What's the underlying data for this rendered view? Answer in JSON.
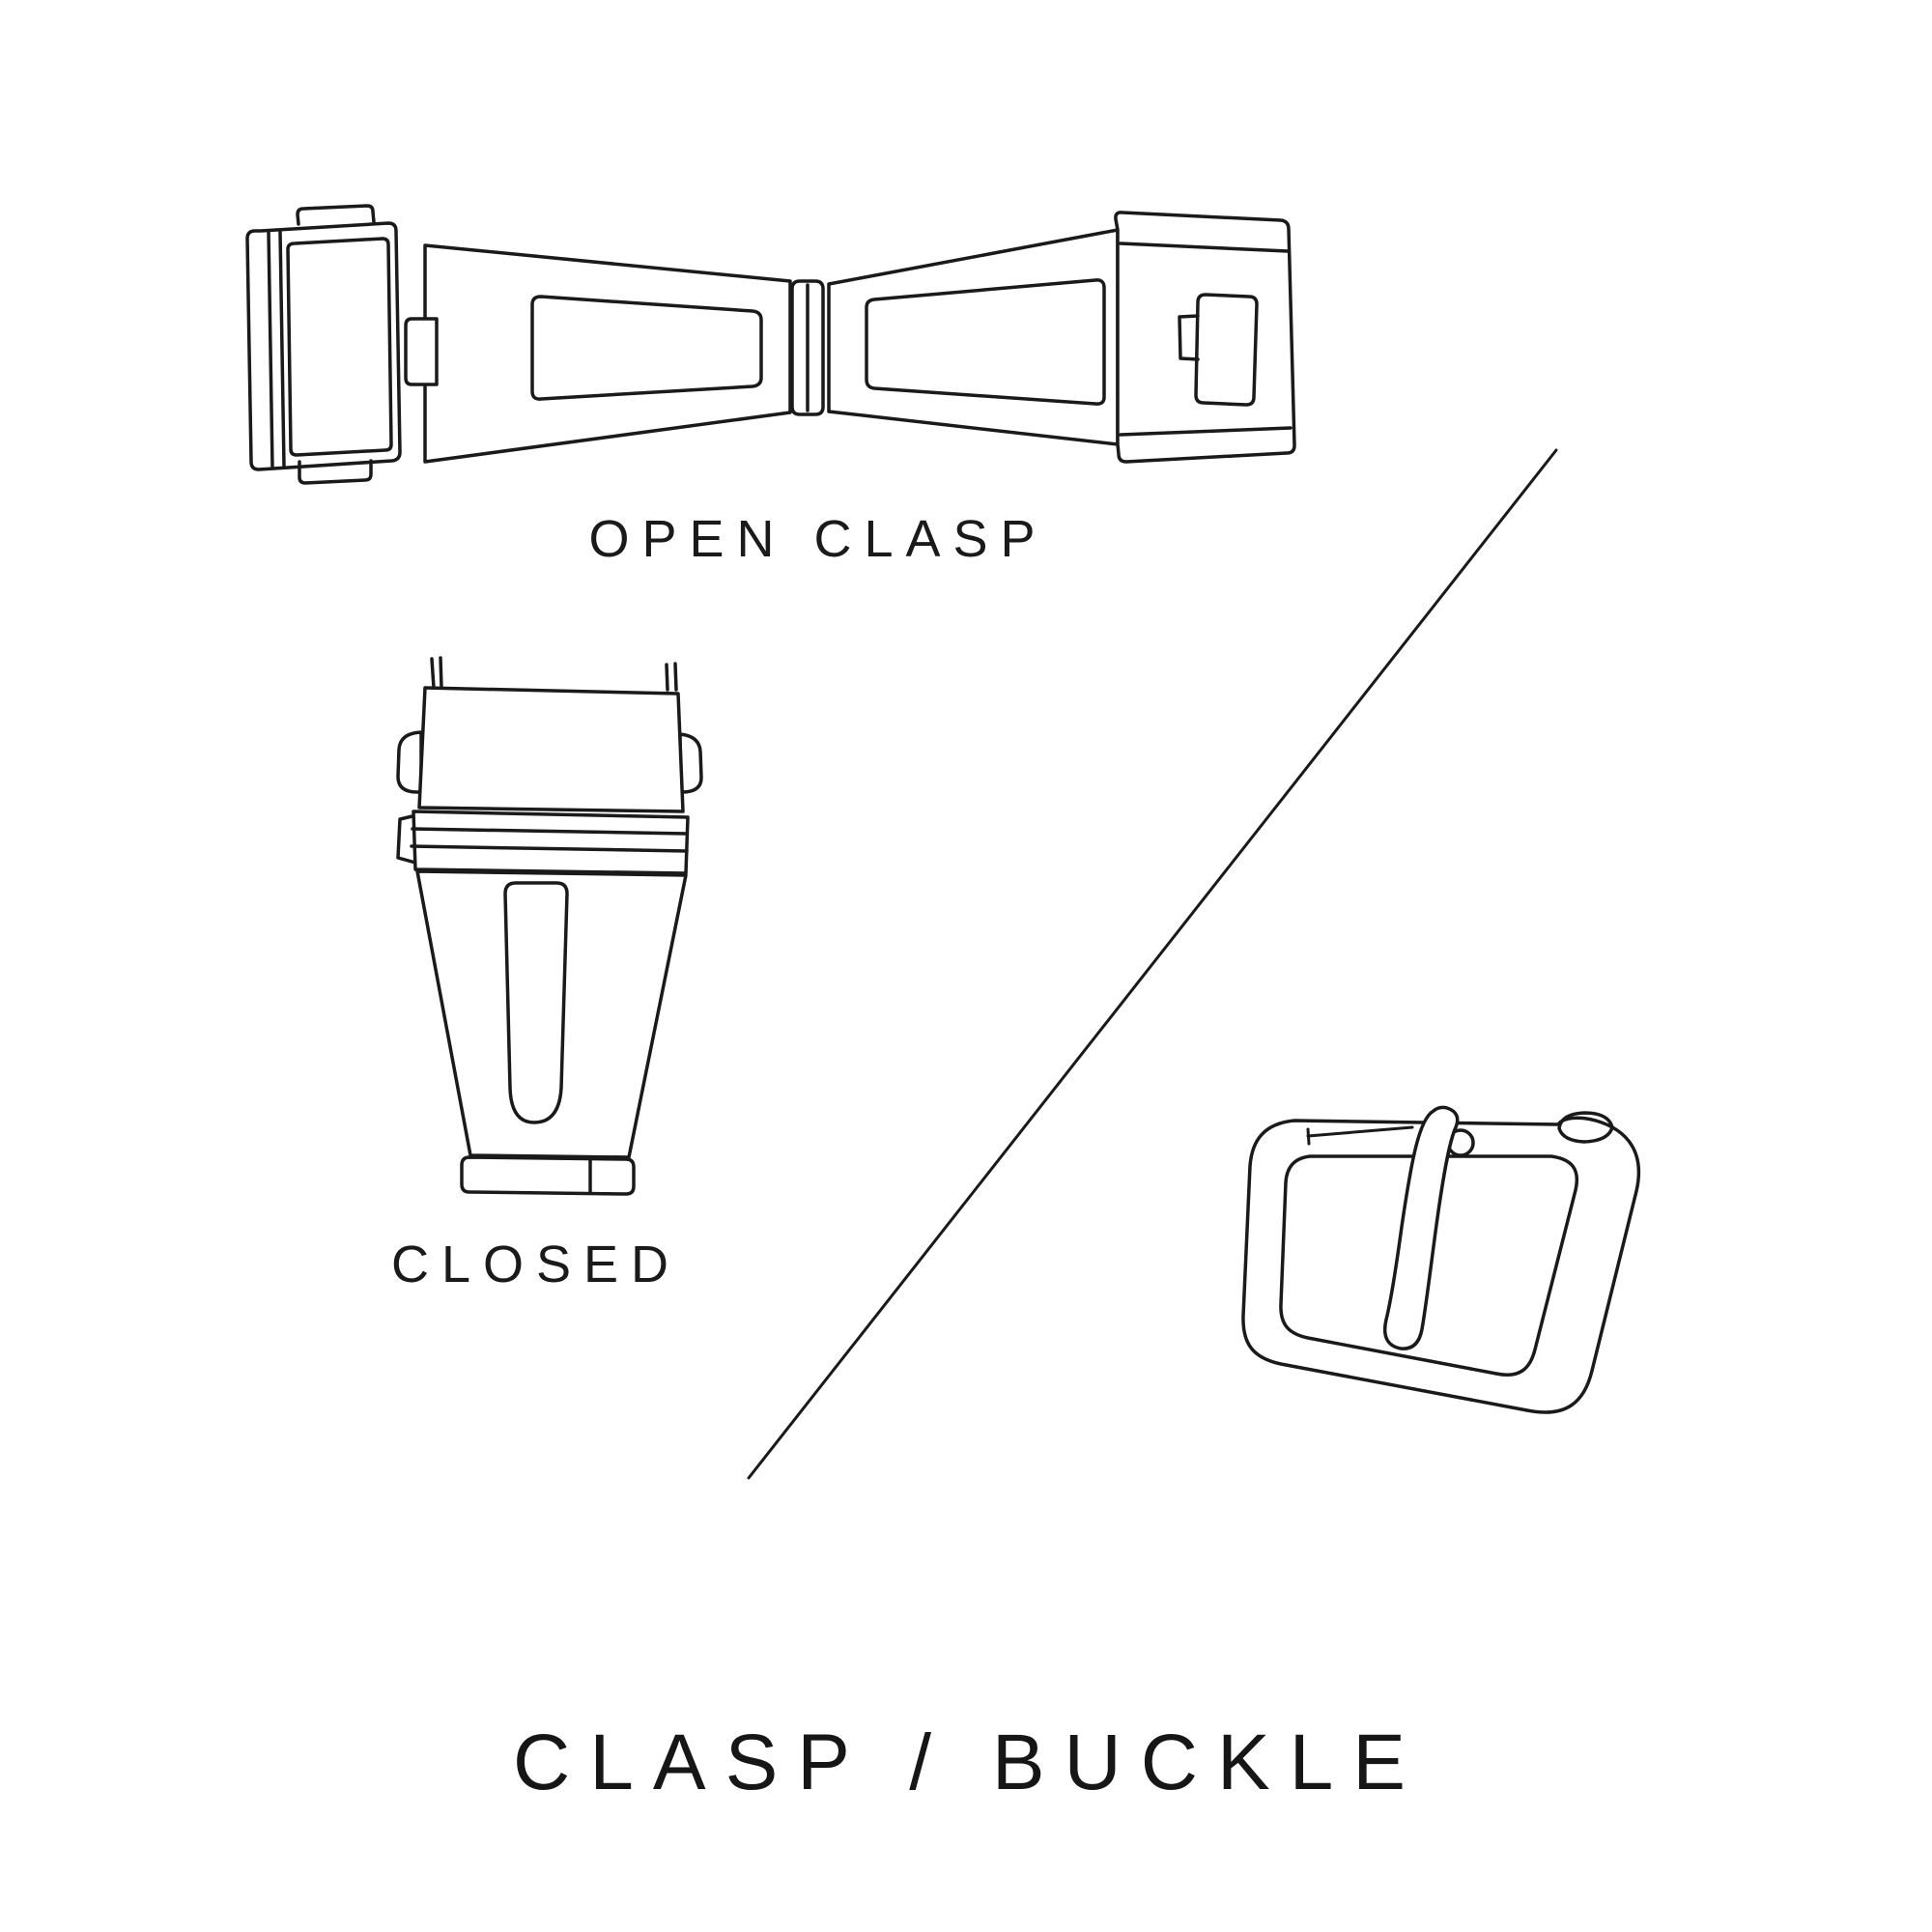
{
  "page": {
    "background": "#ffffff",
    "ink": "#1a1a1a"
  },
  "labels": {
    "open_clasp": "OPEN CLASP",
    "closed": "CLOSED",
    "title": "CLASP / BUCKLE"
  },
  "illustrations": [
    {
      "name": "open-clasp-drawing",
      "meaning": "watch deployant clasp shown open (butterfly, top view)"
    },
    {
      "name": "closed-clasp-drawing",
      "meaning": "watch clasp shown closed (top view)"
    },
    {
      "name": "buckle-drawing",
      "meaning": "watch strap tang buckle"
    },
    {
      "name": "diagonal-divider",
      "meaning": "separator line between clasp and buckle"
    }
  ]
}
